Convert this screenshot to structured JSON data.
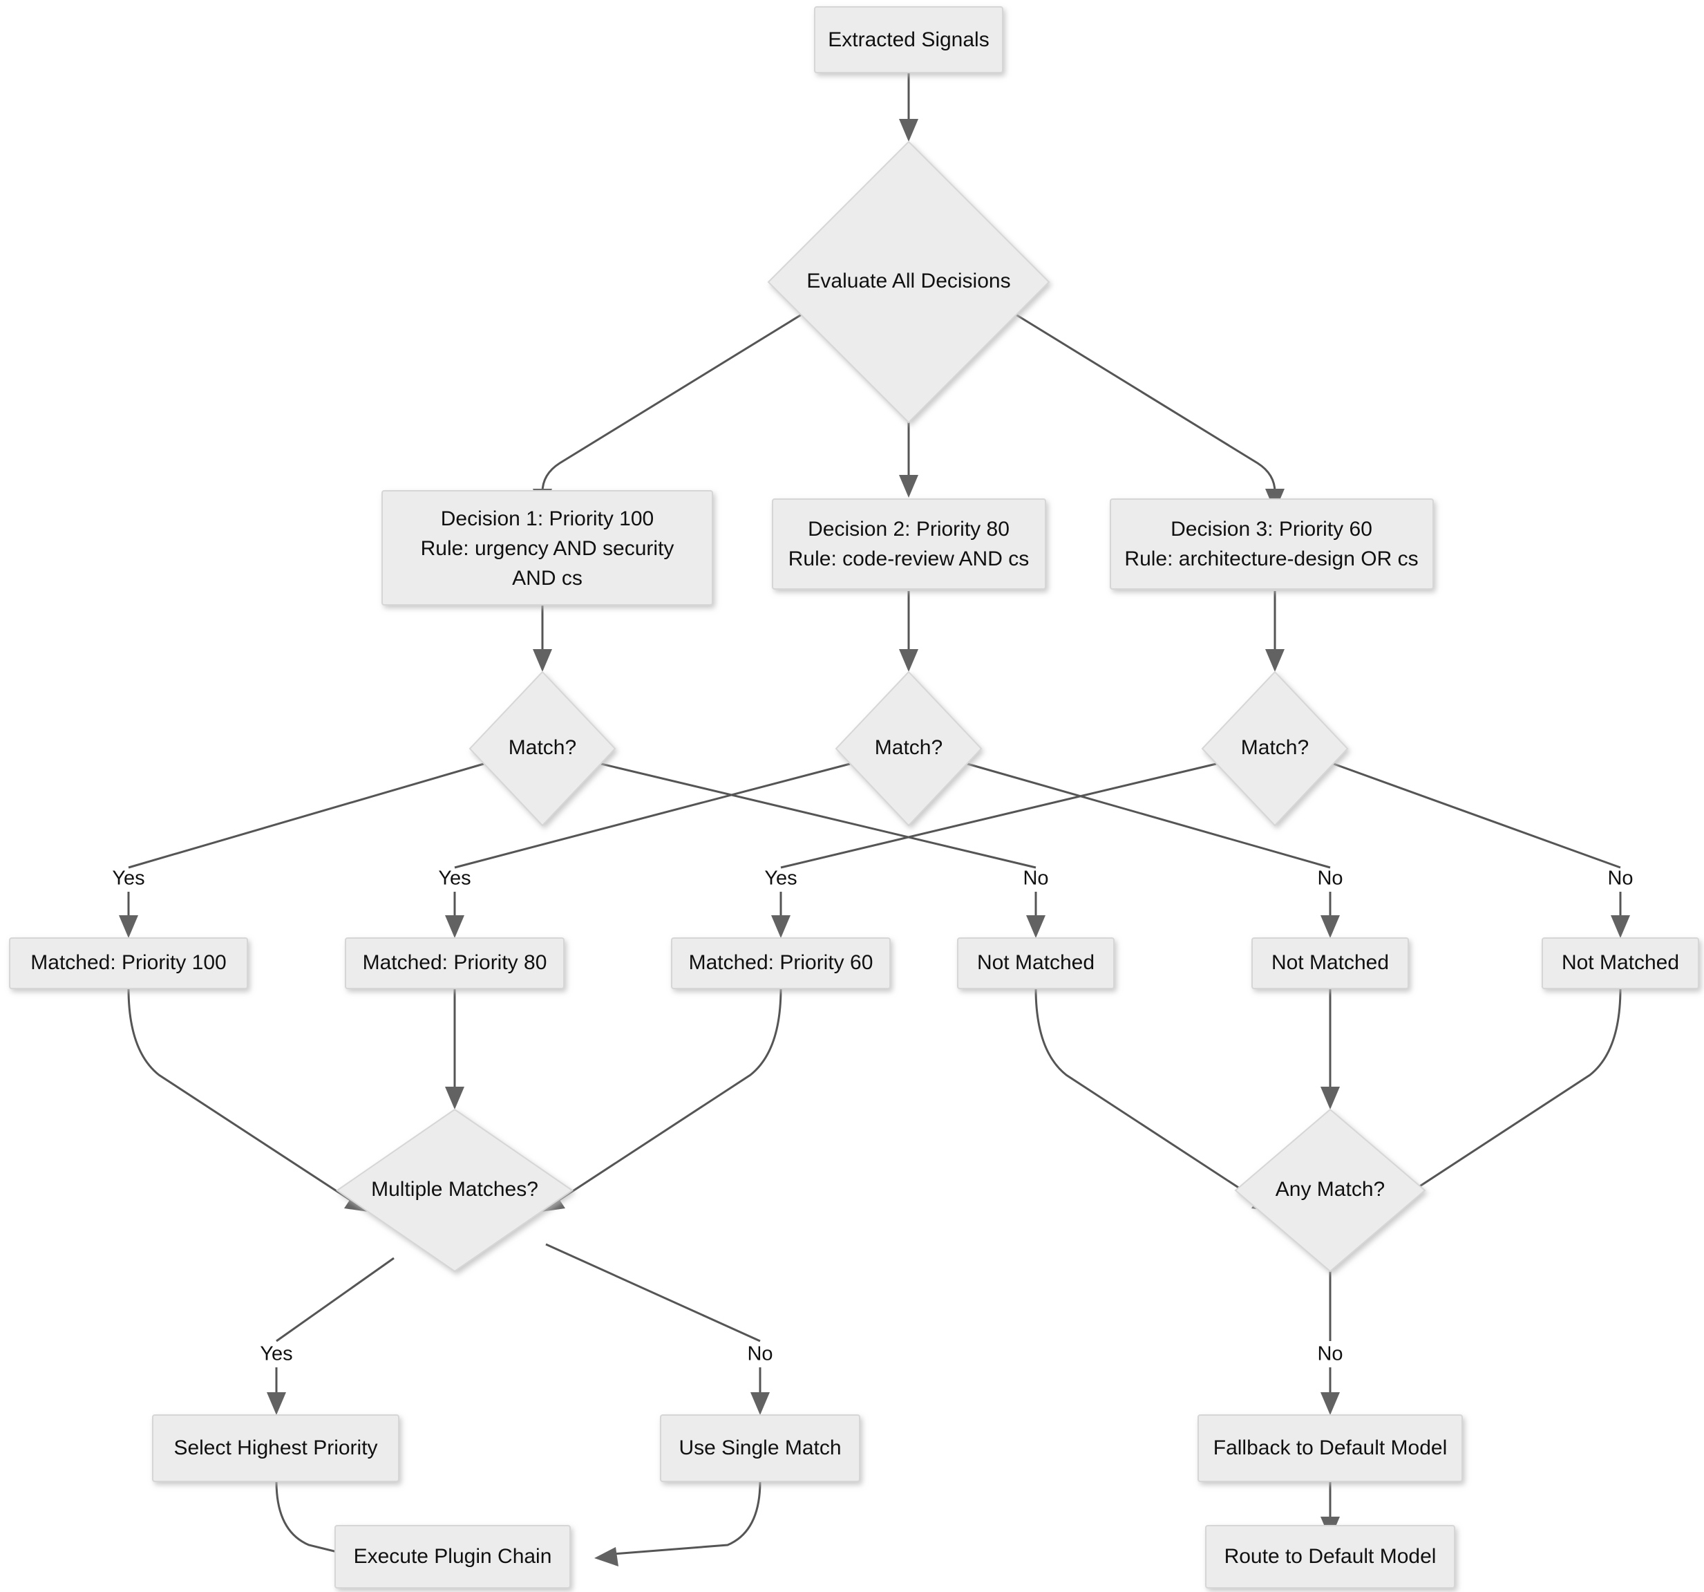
{
  "diagram": {
    "title": "Decision Evaluation and Routing Flowchart",
    "theme": {
      "node_fill": "#ececec",
      "node_border": "#d6d6d6",
      "edge_color": "#555555",
      "arrow_color": "#626262",
      "text_color": "#101010",
      "background": "#ffffff"
    },
    "nodes": {
      "extracted_signals": {
        "label": "Extracted Signals",
        "shape": "rect"
      },
      "evaluate_all": {
        "label": "Evaluate All Decisions",
        "shape": "diamond"
      },
      "decision1_line1": {
        "label": "Decision 1: Priority 100"
      },
      "decision1_line2": {
        "label": "Rule: urgency AND security"
      },
      "decision1_line3": {
        "label": "AND cs"
      },
      "decision2_line1": {
        "label": "Decision 2: Priority 80"
      },
      "decision2_line2": {
        "label": "Rule: code-review AND cs"
      },
      "decision3_line1": {
        "label": "Decision 3: Priority 60"
      },
      "decision3_line2": {
        "label": "Rule: architecture-design OR cs"
      },
      "match1": {
        "label": "Match?",
        "shape": "diamond"
      },
      "match2": {
        "label": "Match?",
        "shape": "diamond"
      },
      "match3": {
        "label": "Match?",
        "shape": "diamond"
      },
      "matched100": {
        "label": "Matched: Priority 100",
        "shape": "rect"
      },
      "matched80": {
        "label": "Matched: Priority 80",
        "shape": "rect"
      },
      "matched60": {
        "label": "Matched: Priority 60",
        "shape": "rect"
      },
      "notmatched1": {
        "label": "Not Matched",
        "shape": "rect"
      },
      "notmatched2": {
        "label": "Not Matched",
        "shape": "rect"
      },
      "notmatched3": {
        "label": "Not Matched",
        "shape": "rect"
      },
      "multiple_matches": {
        "label": "Multiple Matches?",
        "shape": "diamond"
      },
      "any_match": {
        "label": "Any Match?",
        "shape": "diamond"
      },
      "select_highest": {
        "label": "Select Highest Priority",
        "shape": "rect"
      },
      "use_single": {
        "label": "Use Single Match",
        "shape": "rect"
      },
      "fallback_default": {
        "label": "Fallback to Default Model",
        "shape": "rect"
      },
      "execute_plugin": {
        "label": "Execute Plugin Chain",
        "shape": "rect"
      },
      "route_default": {
        "label": "Route to Default Model",
        "shape": "rect"
      }
    },
    "edge_labels": {
      "yes1": "Yes",
      "yes2": "Yes",
      "yes3": "Yes",
      "no1": "No",
      "no2": "No",
      "no3": "No",
      "multi_yes": "Yes",
      "multi_no": "No",
      "any_no": "No"
    },
    "edges": [
      {
        "from": "extracted_signals",
        "to": "evaluate_all",
        "label": ""
      },
      {
        "from": "evaluate_all",
        "to": "decision1",
        "label": ""
      },
      {
        "from": "evaluate_all",
        "to": "decision2",
        "label": ""
      },
      {
        "from": "evaluate_all",
        "to": "decision3",
        "label": ""
      },
      {
        "from": "decision1",
        "to": "match1",
        "label": ""
      },
      {
        "from": "decision2",
        "to": "match2",
        "label": ""
      },
      {
        "from": "decision3",
        "to": "match3",
        "label": ""
      },
      {
        "from": "match1",
        "to": "matched100",
        "label": "Yes"
      },
      {
        "from": "match1",
        "to": "notmatched1",
        "label": "No"
      },
      {
        "from": "match2",
        "to": "matched80",
        "label": "Yes"
      },
      {
        "from": "match2",
        "to": "notmatched2",
        "label": "No"
      },
      {
        "from": "match3",
        "to": "matched60",
        "label": "Yes"
      },
      {
        "from": "match3",
        "to": "notmatched3",
        "label": "No"
      },
      {
        "from": "matched100",
        "to": "multiple_matches",
        "label": ""
      },
      {
        "from": "matched80",
        "to": "multiple_matches",
        "label": ""
      },
      {
        "from": "matched60",
        "to": "multiple_matches",
        "label": ""
      },
      {
        "from": "notmatched1",
        "to": "any_match",
        "label": ""
      },
      {
        "from": "notmatched2",
        "to": "any_match",
        "label": ""
      },
      {
        "from": "notmatched3",
        "to": "any_match",
        "label": ""
      },
      {
        "from": "multiple_matches",
        "to": "select_highest",
        "label": "Yes"
      },
      {
        "from": "multiple_matches",
        "to": "use_single",
        "label": "No"
      },
      {
        "from": "any_match",
        "to": "fallback_default",
        "label": "No"
      },
      {
        "from": "select_highest",
        "to": "execute_plugin",
        "label": ""
      },
      {
        "from": "use_single",
        "to": "execute_plugin",
        "label": ""
      },
      {
        "from": "fallback_default",
        "to": "route_default",
        "label": ""
      }
    ]
  }
}
